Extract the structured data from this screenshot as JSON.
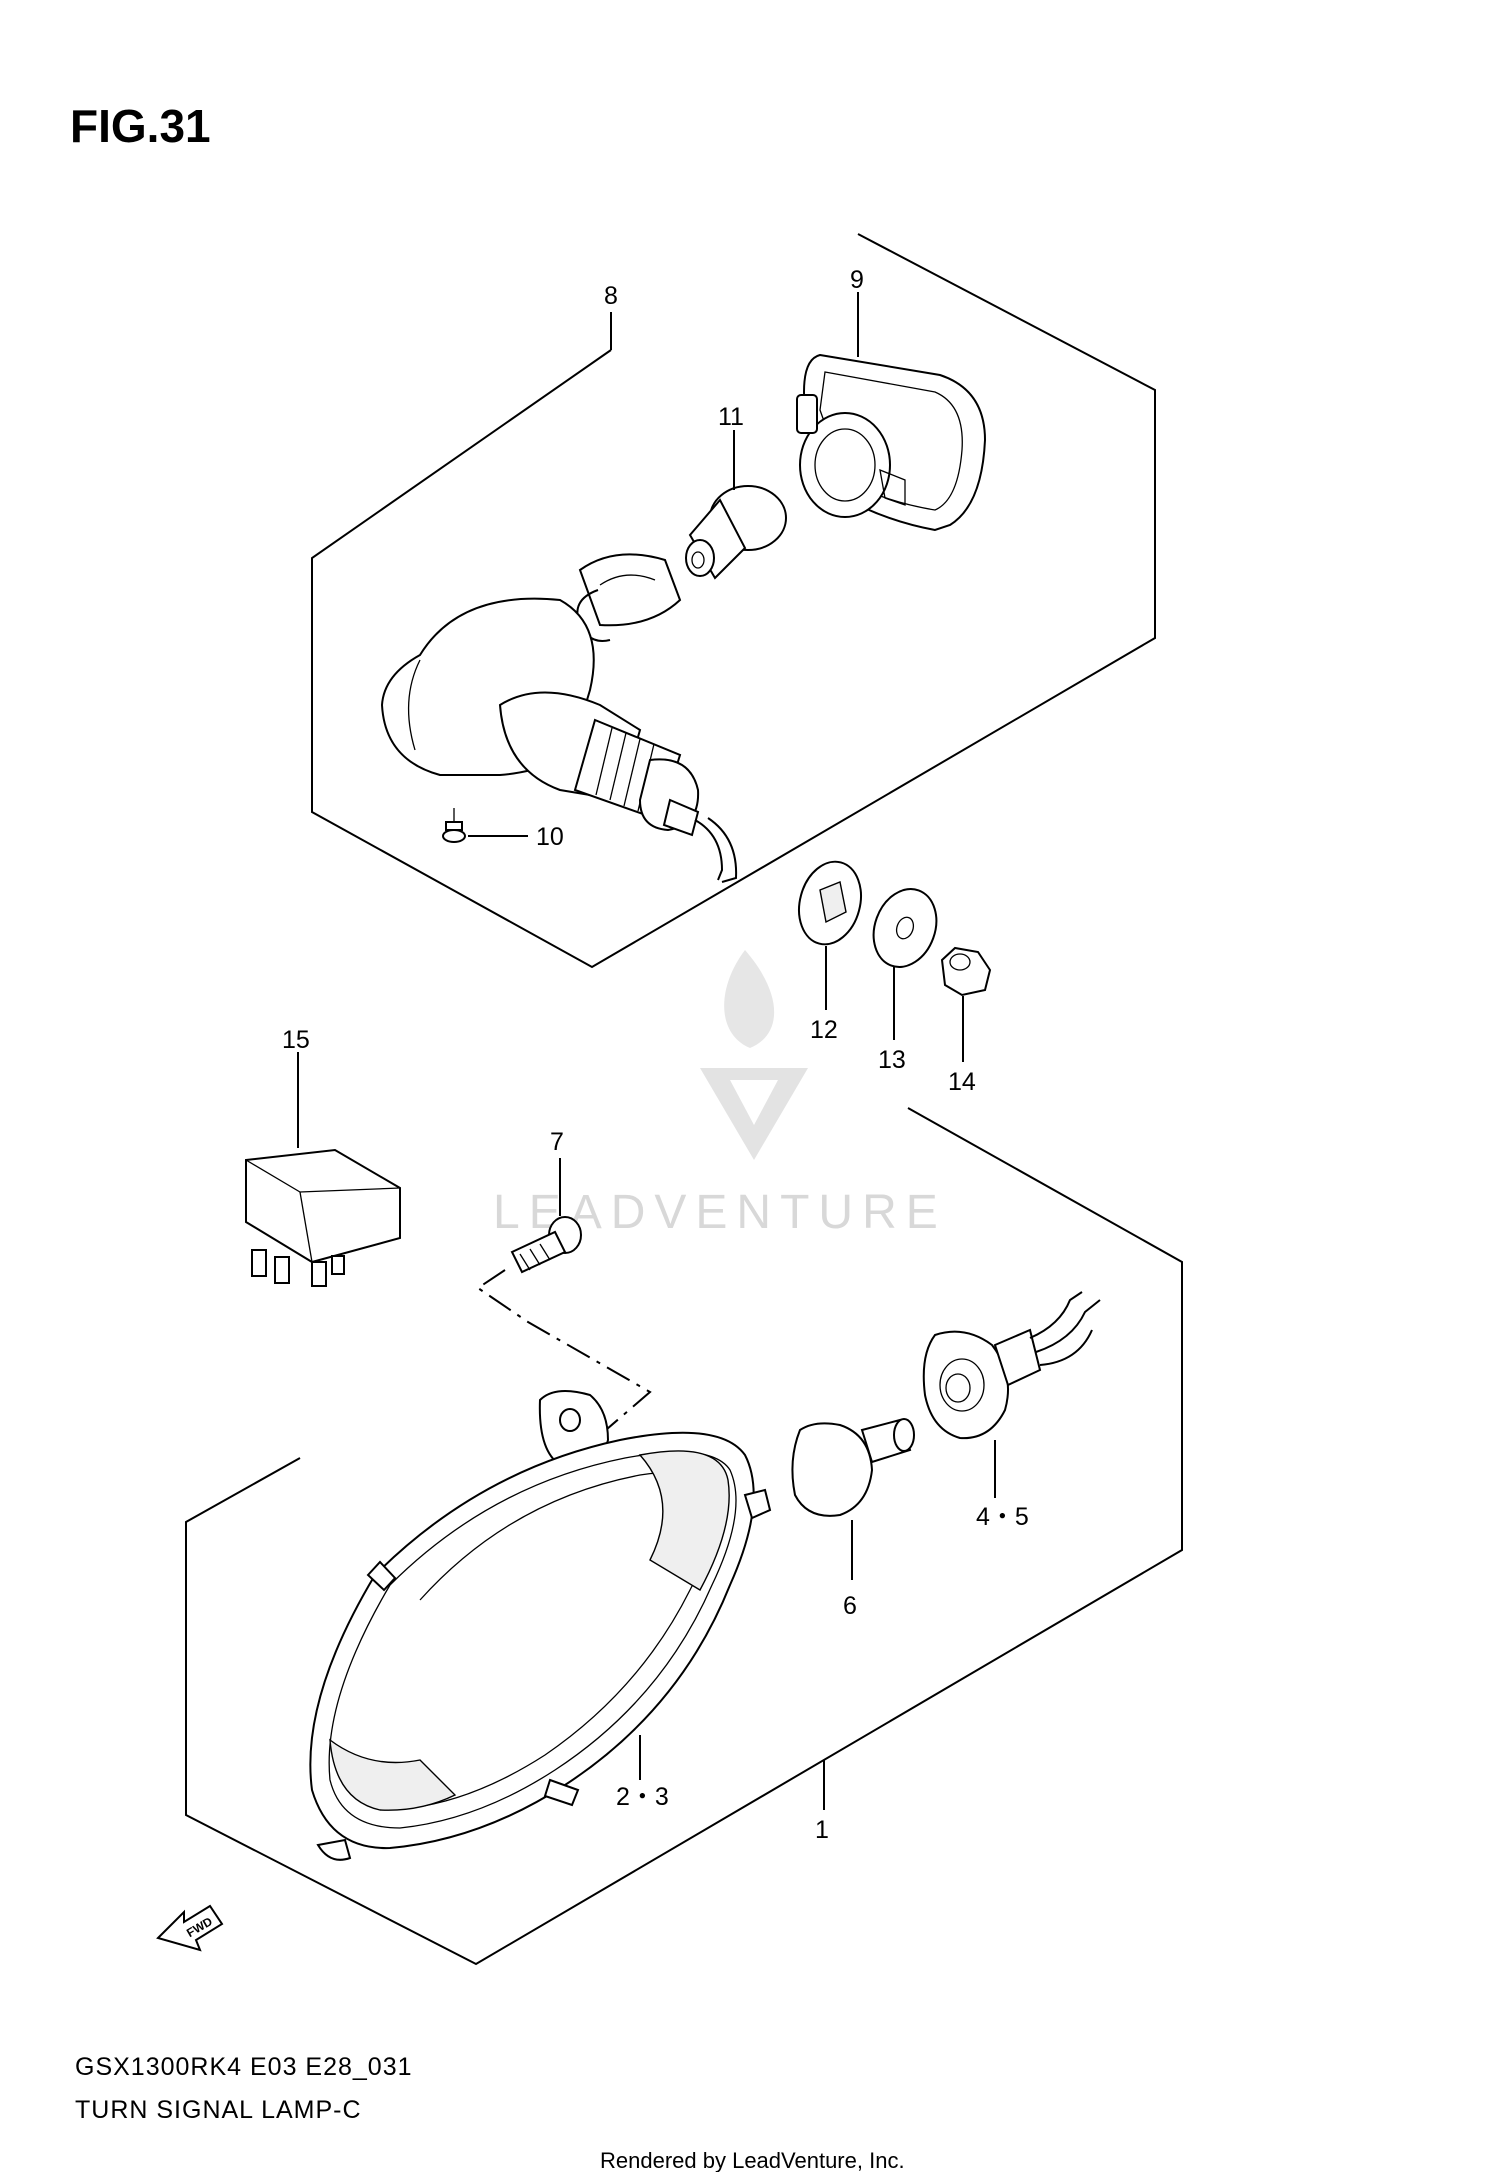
{
  "figure": {
    "label": "FIG.31",
    "model_code": "GSX1300RK4 E03 E28_031",
    "title": "TURN SIGNAL LAMP-C",
    "fwd_label": "FWD"
  },
  "callouts": {
    "c1": "1",
    "c2_3": "2・3",
    "c4_5": "4・5",
    "c6": "6",
    "c7": "7",
    "c8": "8",
    "c9": "9",
    "c10": "10",
    "c11": "11",
    "c12": "12",
    "c13": "13",
    "c14": "14",
    "c15": "15"
  },
  "watermark": {
    "text": "LEADVENTURE"
  },
  "credit": {
    "text": "Rendered by LeadVenture, Inc."
  },
  "colors": {
    "ink": "#000000",
    "paper": "#ffffff",
    "watermark": "#d8d8d8"
  }
}
